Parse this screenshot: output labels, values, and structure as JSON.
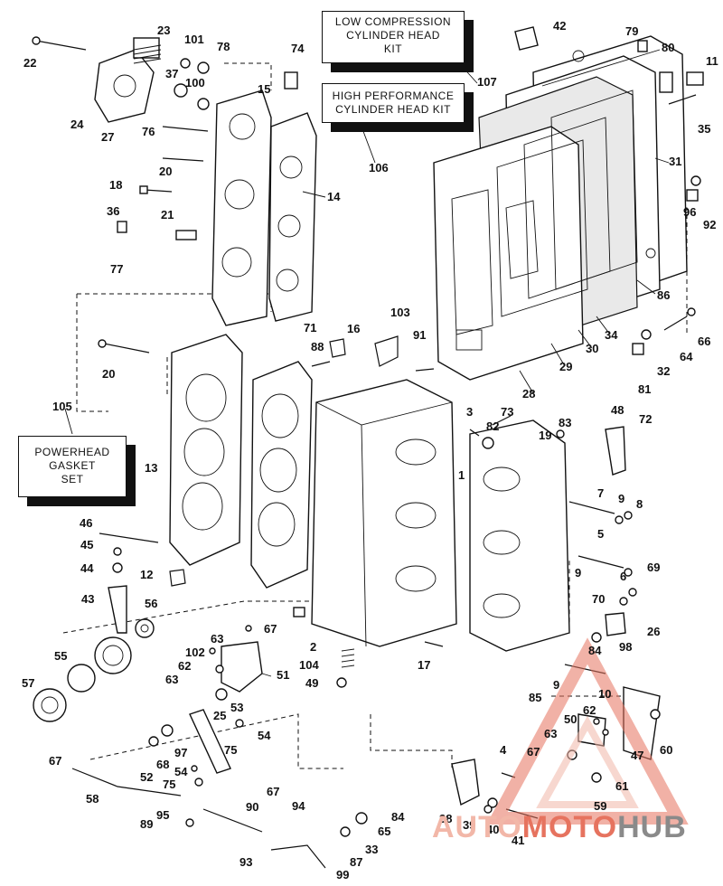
{
  "labels": {
    "low_compression": [
      "LOW COMPRESSION",
      "CYLINDER HEAD",
      "KIT"
    ],
    "high_performance": [
      "HIGH PERFORMANCE",
      "CYLINDER HEAD KIT"
    ],
    "powerhead_gasket": [
      "POWERHEAD",
      "GASKET",
      "SET"
    ]
  },
  "watermark": {
    "part1": "AUTO",
    "part2": "MOTO",
    "part3": "HUB"
  },
  "callouts": [
    "1",
    "2",
    "3",
    "4",
    "5",
    "6",
    "7",
    "8",
    "9",
    "9",
    "9",
    "10",
    "11",
    "12",
    "13",
    "14",
    "15",
    "16",
    "17",
    "18",
    "19",
    "20",
    "20",
    "21",
    "22",
    "23",
    "24",
    "25",
    "26",
    "27",
    "28",
    "29",
    "30",
    "31",
    "32",
    "33",
    "34",
    "35",
    "36",
    "37",
    "38",
    "39",
    "40",
    "41",
    "42",
    "43",
    "44",
    "45",
    "46",
    "47",
    "48",
    "49",
    "50",
    "51",
    "52",
    "53",
    "54",
    "54",
    "55",
    "56",
    "57",
    "58",
    "59",
    "60",
    "61",
    "62",
    "62",
    "63",
    "63",
    "63",
    "64",
    "65",
    "66",
    "67",
    "67",
    "67",
    "67",
    "68",
    "69",
    "70",
    "71",
    "72",
    "73",
    "74",
    "75",
    "75",
    "76",
    "77",
    "78",
    "79",
    "80",
    "81",
    "82",
    "83",
    "84",
    "84",
    "85",
    "86",
    "87",
    "88",
    "89",
    "90",
    "91",
    "92",
    "93",
    "94",
    "95",
    "96",
    "97",
    "98",
    "99",
    "100",
    "101",
    "102",
    "103",
    "104",
    "105",
    "106",
    "107"
  ],
  "colors": {
    "ink": "#111111",
    "watermark_light": "#f2b7a8",
    "watermark_red": "#e6735f",
    "watermark_gray": "#8a8a8a"
  }
}
